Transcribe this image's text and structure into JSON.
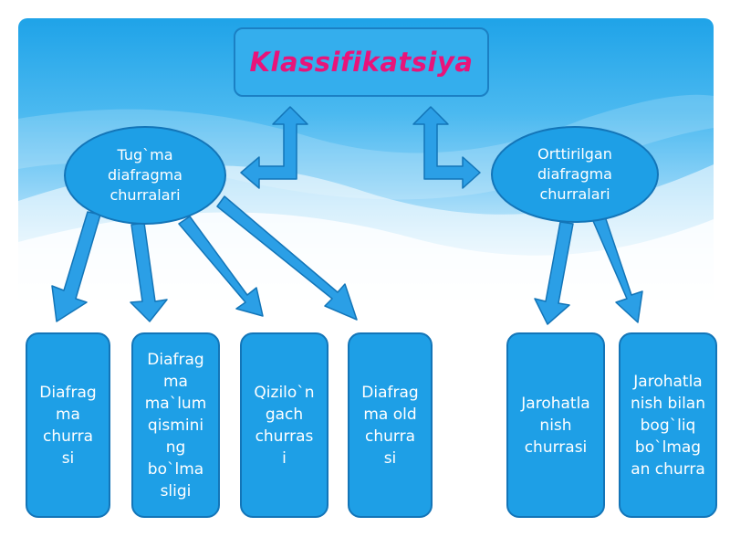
{
  "title": "Klassifikatsiya",
  "categories": {
    "left": "Tug`ma diafragma churralari",
    "right": "Orttirilgan diafragma churralari"
  },
  "leaves": {
    "l1": "Diafrag ma churra si",
    "l2": "Diafrag ma ma`lum qismini ng bo`lma sligi",
    "l3": "Qizilo`n gach churras i",
    "l4": "Diafrag ma old churra si",
    "r1": "Jarohatla nish churrasi",
    "r2": "Jarohatla nish bilan bog`liq bo`lmag an churra"
  },
  "colors": {
    "box_fill": "#1e9fe6",
    "box_border": "#1375b8",
    "title_text": "#e8147a",
    "arrow_fill": "#2b9fe6"
  }
}
